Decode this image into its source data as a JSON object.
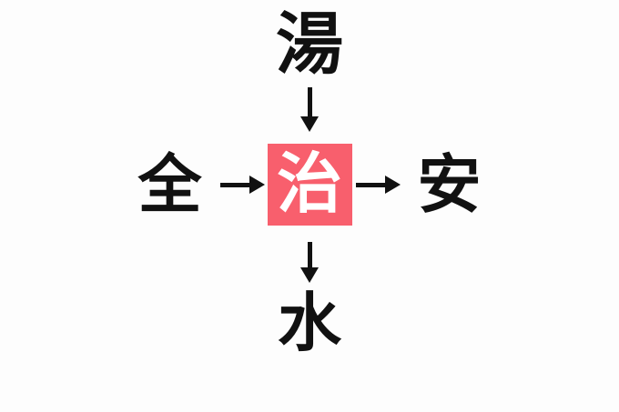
{
  "puzzle": {
    "type": "kanji-association-puzzle",
    "background_color": "#fdfdfd",
    "center": {
      "character": "治",
      "text_color": "#ffffff",
      "highlight_color": "#f85f6d",
      "is_answer": true
    },
    "top": {
      "character": "湯",
      "text_color": "#111111",
      "compound": "湯治",
      "direction": "down"
    },
    "left": {
      "character": "全",
      "text_color": "#111111",
      "compound": "全治",
      "direction": "right"
    },
    "right": {
      "character": "安",
      "text_color": "#111111",
      "compound": "治安",
      "direction": "right"
    },
    "bottom": {
      "character": "水",
      "text_color": "#111111",
      "compound": "治水",
      "direction": "down"
    },
    "arrows": {
      "top_down": "↓",
      "bottom_down": "↓",
      "left_right": "→",
      "right_right": "→"
    }
  }
}
